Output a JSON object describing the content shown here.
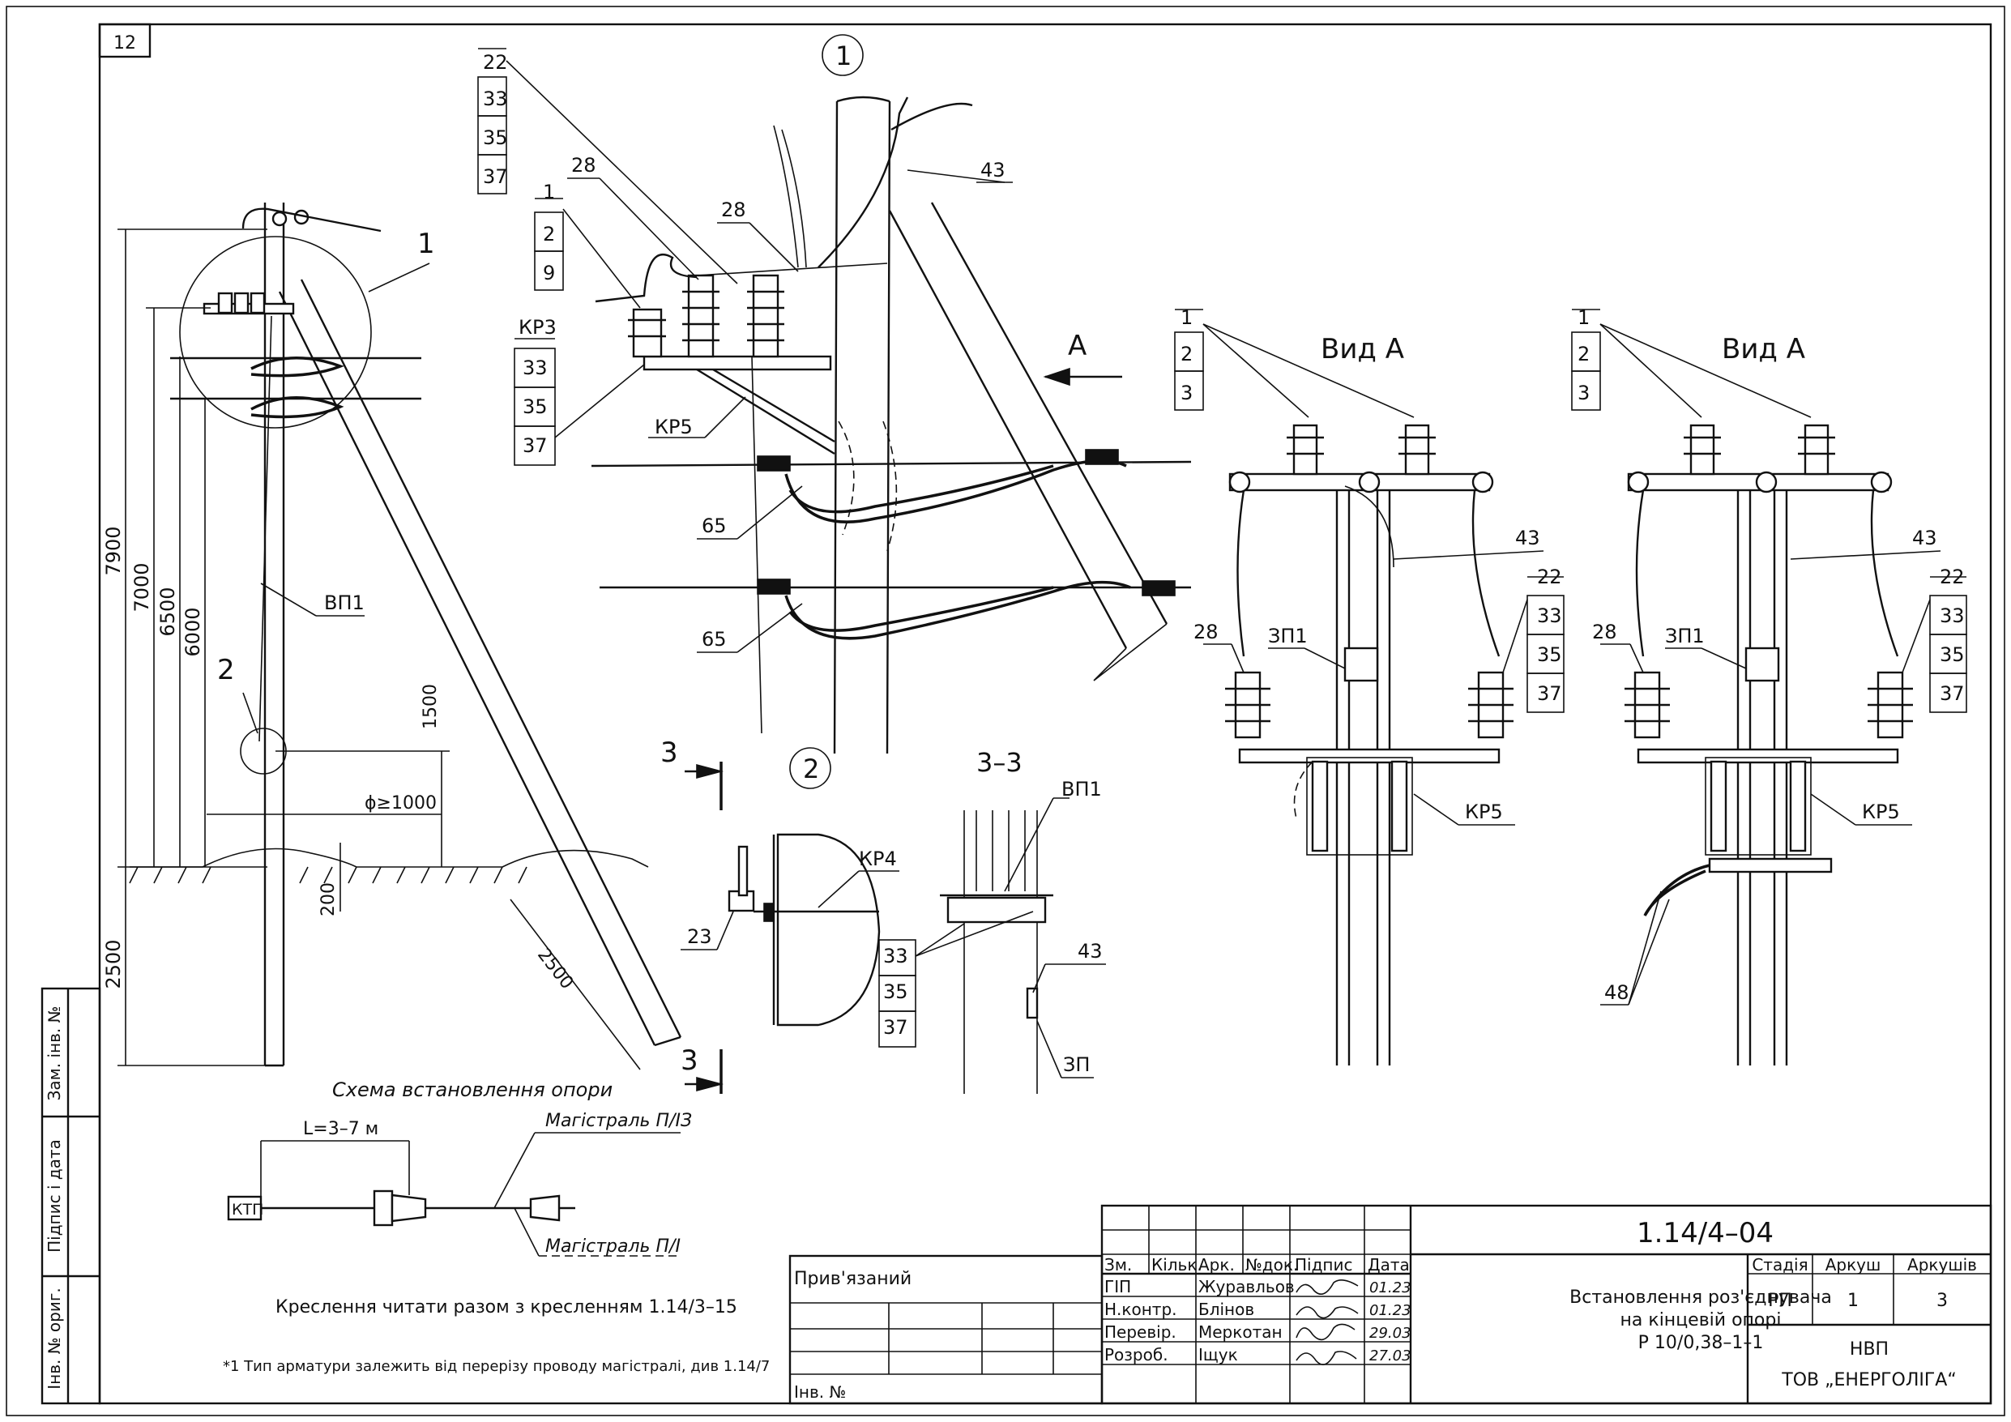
{
  "sheet_number": "12",
  "callouts": {
    "c1": "1",
    "c2": "2"
  },
  "view_headers": {
    "view_a": "Вид А",
    "section": "3–3",
    "arrow_a": "A",
    "sec_left": "3",
    "sec_right": "3"
  },
  "dims": {
    "d7900": "7900",
    "d7000": "7000",
    "d6500": "6500",
    "d6000": "6000",
    "d1500": "1500",
    "d2500": "2500",
    "d2500b": "2500",
    "d200": "200",
    "phi": "ϕ≥1000"
  },
  "labels": {
    "vp1": "ВП1",
    "l1": "1",
    "l2": "2",
    "kr3": "КР3",
    "kr5": "КР5",
    "kr4": "КР4",
    "n22": "22",
    "n33": "33",
    "n35": "35",
    "n37": "37",
    "n28": "28",
    "n1": "1",
    "n2": "2",
    "n9": "9",
    "n43": "43",
    "n65": "65",
    "n23": "23",
    "n3": "3",
    "zp1": "ЗП1",
    "zp": "ЗП",
    "n48": "48"
  },
  "scheme": {
    "title": "Схема встановлення опори",
    "ktp": "КТП",
    "length": "L=3–7 м",
    "main_plz": "Магістраль П/ІЗ",
    "main_pl": "Магістраль П/І"
  },
  "notes": {
    "read_with": "Креслення читати разом з кресленням 1.14/3–15",
    "footnote": "*1 Тип арматури залежить від перерізу проводу магістралі, див 1.14/7"
  },
  "side_stamp": {
    "zam": "Зам. інв. №",
    "pidpys": "Підпис і дата",
    "inv": "Інв. № ориг."
  },
  "title_block": {
    "code": "1.14/4–04",
    "attached": "Прив'язаний",
    "inv_no": "Інв. №",
    "headers": [
      "Зм.",
      "Кільк.",
      "Арк.",
      "№док.",
      "Підпис",
      "Дата"
    ],
    "rows": [
      {
        "role": "ГІП",
        "name": "Журавльов",
        "date": "01.23"
      },
      {
        "role": "Н.контр.",
        "name": "Блінов",
        "date": "01.23"
      },
      {
        "role": "Перевір.",
        "name": "Меркотан",
        "date": "29.03"
      },
      {
        "role": "Розроб.",
        "name": "Іщук",
        "date": "27.03"
      }
    ],
    "description": [
      "Встановлення роз'єднувача",
      "на кінцевій опорі",
      "Р 10/0,38–1–1"
    ],
    "stage_label": "Стадія",
    "sheet_label": "Аркуш",
    "sheets_label": "Аркушів",
    "stage": "РП",
    "sheet": "1",
    "sheets": "3",
    "org1": "НВП",
    "org2": "ТОВ „ЕНЕРГОЛІГА“"
  }
}
